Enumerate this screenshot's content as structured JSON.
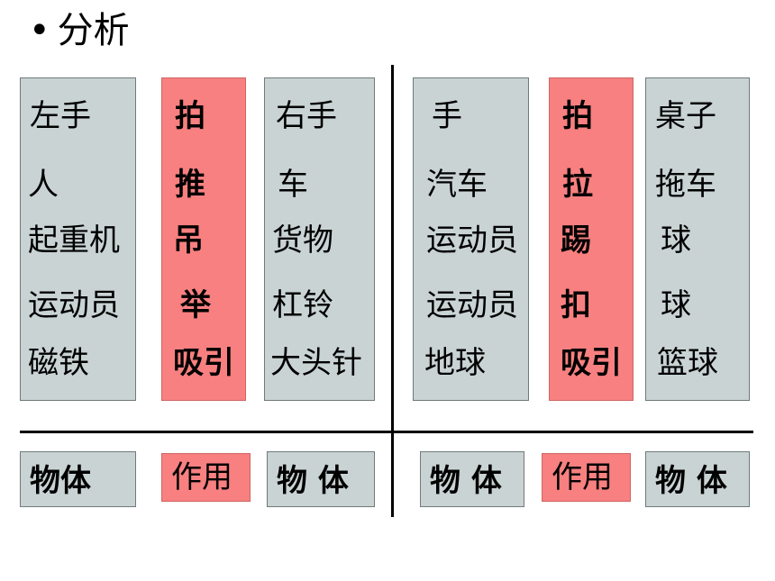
{
  "title": {
    "bullet": "•",
    "text": "分析"
  },
  "left": {
    "col1": [
      "左手",
      "人",
      "起重机",
      "运动员",
      "磁铁"
    ],
    "col2": [
      "拍",
      "推",
      "吊",
      "举",
      "吸引"
    ],
    "col3": [
      "右手",
      "车",
      "货物",
      "杠铃",
      "大头针"
    ]
  },
  "right": {
    "col1": [
      "手",
      "汽车",
      "运动员",
      "运动员",
      "地球"
    ],
    "col2": [
      "拍",
      "拉",
      "踢",
      "扣",
      "吸引"
    ],
    "col3": [
      "桌子",
      "拖车",
      "球",
      "球",
      "篮球"
    ]
  },
  "labels": {
    "object": "物体",
    "object_spaced": "物 体",
    "action": "作用"
  },
  "colors": {
    "gray": "#c9d3d3",
    "red": "#f88080"
  }
}
